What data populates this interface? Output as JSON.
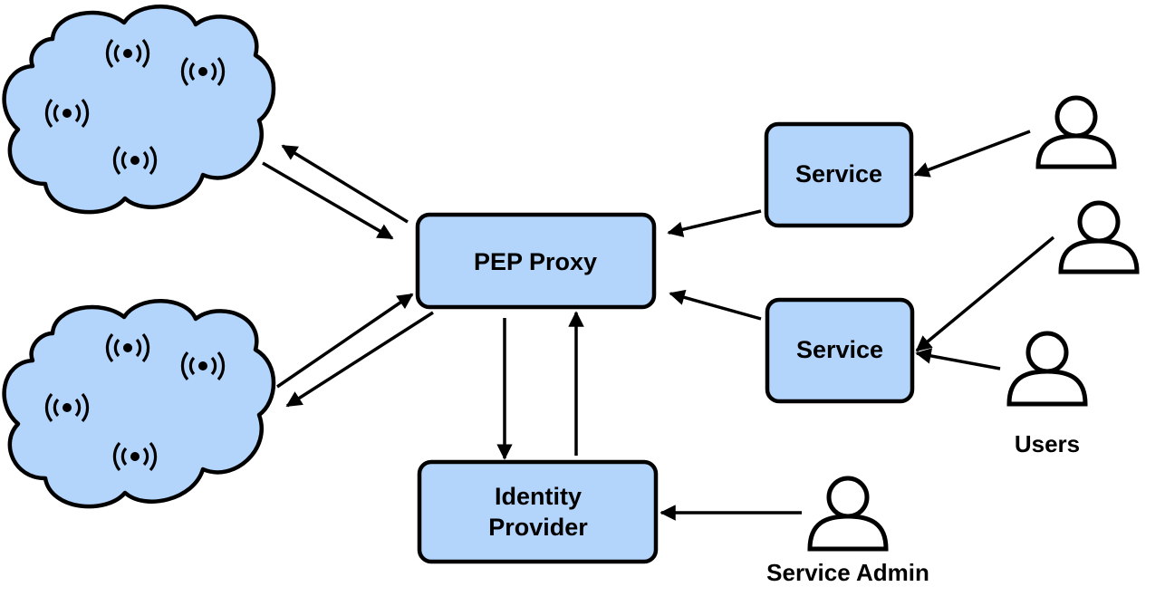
{
  "nodes": {
    "pep_proxy": "PEP Proxy",
    "service_top": "Service",
    "service_bottom": "Service",
    "identity_provider_line1": "Identity",
    "identity_provider_line2": "Provider"
  },
  "labels": {
    "users": "Users",
    "service_admin": "Service Admin"
  },
  "colors": {
    "node_fill": "#b3d4fb",
    "stroke": "#000000"
  },
  "icons": [
    "sensor-icon",
    "user-icon"
  ]
}
